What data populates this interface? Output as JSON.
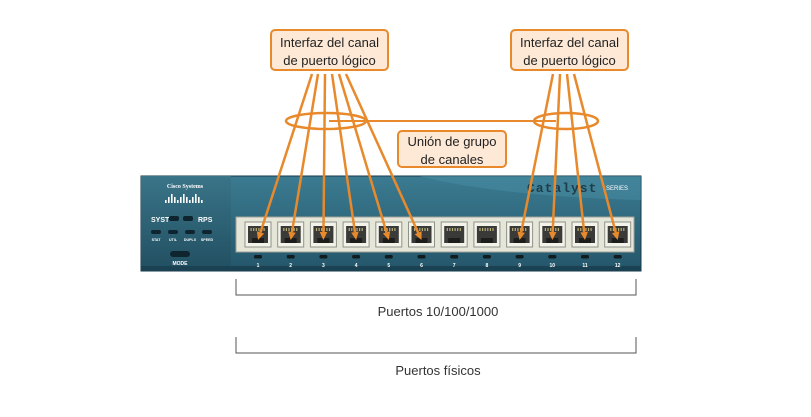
{
  "callouts": {
    "left_line1": "Interfaz del canal",
    "left_line2": "de puerto lógico",
    "right_line1": "Interfaz del canal",
    "right_line2": "de puerto lógico",
    "group_line1": "Unión de grupo",
    "group_line2": "de canales"
  },
  "switch": {
    "brand": "Cisco Systems",
    "model": "Catalyst",
    "series": "SERIES",
    "led_syst": "SYST",
    "led_rps": "RPS",
    "mode_labels": [
      "STAT",
      "UTIL",
      "DUPLX",
      "SPEED"
    ],
    "mode_button": "MODE",
    "port_numbers": [
      "1",
      "2",
      "3",
      "4",
      "5",
      "6",
      "7",
      "8",
      "9",
      "10",
      "11",
      "12"
    ]
  },
  "captions": {
    "ports": "Puertos 10/100/1000",
    "physical": "Puertos físicos"
  },
  "colors": {
    "accent": "#e8892c",
    "callout_fill": "#fde9d6",
    "switch_body": "#2d6478",
    "port_panel": "#e6e6d8"
  }
}
